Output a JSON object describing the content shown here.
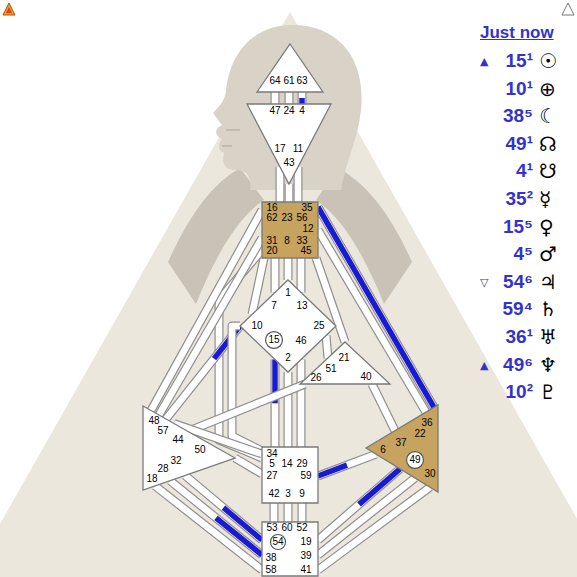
{
  "diagram": {
    "nodes": [
      {
        "text": [
          "64",
          "61",
          "63"
        ]
      },
      {
        "text": [
          "47",
          "24",
          "4",
          "17",
          "43",
          "11"
        ]
      },
      {
        "text": [
          "16",
          "35",
          "62",
          "23",
          "56",
          "12",
          "31",
          "8",
          "33",
          "20",
          "45"
        ]
      },
      {
        "text": [
          "1",
          "7",
          "13",
          "10",
          "25",
          "46",
          "2"
        ]
      },
      {
        "text": [
          "15"
        ],
        "in": 3
      },
      {
        "text": [
          "21",
          "51",
          "26",
          "40"
        ]
      },
      {
        "text": [
          "48",
          "57",
          "44",
          "50",
          "32",
          "28",
          "18"
        ]
      },
      {
        "text": [
          "34",
          "5",
          "14",
          "29",
          "27",
          "59",
          "42",
          "3",
          "9"
        ]
      },
      {
        "text": [
          "36",
          "22",
          "37",
          "6",
          "30"
        ]
      },
      {
        "text": [
          "49"
        ],
        "in": 8
      },
      {
        "text": [
          "53",
          "60",
          "52",
          "19",
          "38",
          "39",
          "58",
          "41"
        ]
      },
      {
        "text": [
          "54"
        ],
        "in": 10
      }
    ],
    "edges": [
      {
        "from": 0,
        "to": 1,
        "arrow": "none"
      },
      {
        "from": 0,
        "to": 1,
        "arrow": "none"
      },
      {
        "from": 0,
        "to": 1,
        "arrow": "none"
      },
      {
        "from": 1,
        "to": 2,
        "arrow": "none"
      },
      {
        "from": 1,
        "to": 2,
        "arrow": "none"
      },
      {
        "from": 1,
        "to": 2,
        "arrow": "none"
      },
      {
        "from": 2,
        "to": 3,
        "arrow": "none"
      },
      {
        "from": 2,
        "to": 3,
        "arrow": "none"
      },
      {
        "from": 2,
        "to": 3,
        "arrow": "none"
      },
      {
        "from": 2,
        "to": 3,
        "arrow": "none"
      },
      {
        "from": 2,
        "to": 7,
        "arrow": "none"
      },
      {
        "from": 2,
        "to": 6,
        "arrow": "none"
      },
      {
        "from": 2,
        "to": 6,
        "arrow": "none"
      },
      {
        "from": 2,
        "to": 5,
        "arrow": "none"
      },
      {
        "from": 2,
        "to": 8,
        "arrow": "none"
      },
      {
        "from": 2,
        "to": 8,
        "arrow": "none"
      },
      {
        "from": 3,
        "to": 5,
        "arrow": "none"
      },
      {
        "from": 3,
        "to": 6,
        "arrow": "none"
      },
      {
        "from": 3,
        "to": 7,
        "arrow": "none"
      },
      {
        "from": 3,
        "to": 7,
        "arrow": "none"
      },
      {
        "from": 3,
        "to": 7,
        "arrow": "none"
      },
      {
        "from": 3,
        "to": 7,
        "arrow": "none"
      },
      {
        "from": 5,
        "to": 6,
        "arrow": "none"
      },
      {
        "from": 5,
        "to": 8,
        "arrow": "none"
      },
      {
        "from": 7,
        "to": 6,
        "arrow": "none"
      },
      {
        "from": 7,
        "to": 6,
        "arrow": "none"
      },
      {
        "from": 7,
        "to": 8,
        "arrow": "none"
      },
      {
        "from": 7,
        "to": 10,
        "arrow": "none"
      },
      {
        "from": 7,
        "to": 10,
        "arrow": "none"
      },
      {
        "from": 7,
        "to": 10,
        "arrow": "none"
      },
      {
        "from": 10,
        "to": 6,
        "arrow": "none"
      },
      {
        "from": 10,
        "to": 6,
        "arrow": "none"
      },
      {
        "from": 10,
        "to": 6,
        "arrow": "none"
      },
      {
        "from": 10,
        "to": 8,
        "arrow": "none"
      },
      {
        "from": 10,
        "to": 8,
        "arrow": "none"
      },
      {
        "from": 10,
        "to": 8,
        "arrow": "none"
      }
    ],
    "labels": [
      "Just now",
      "▲",
      "15¹",
      "☉",
      "10¹",
      "⊕",
      "38⁵",
      "☾",
      "49¹",
      "☊",
      "4¹",
      "☋",
      "35²",
      "☿",
      "15⁵",
      "♀",
      "4⁵",
      "♂",
      "▽",
      "54⁶",
      "♃",
      "59⁴",
      "♄",
      "36¹",
      "♅",
      "▲",
      "49⁶",
      "♆",
      "10²",
      "♇"
    ]
  }
}
